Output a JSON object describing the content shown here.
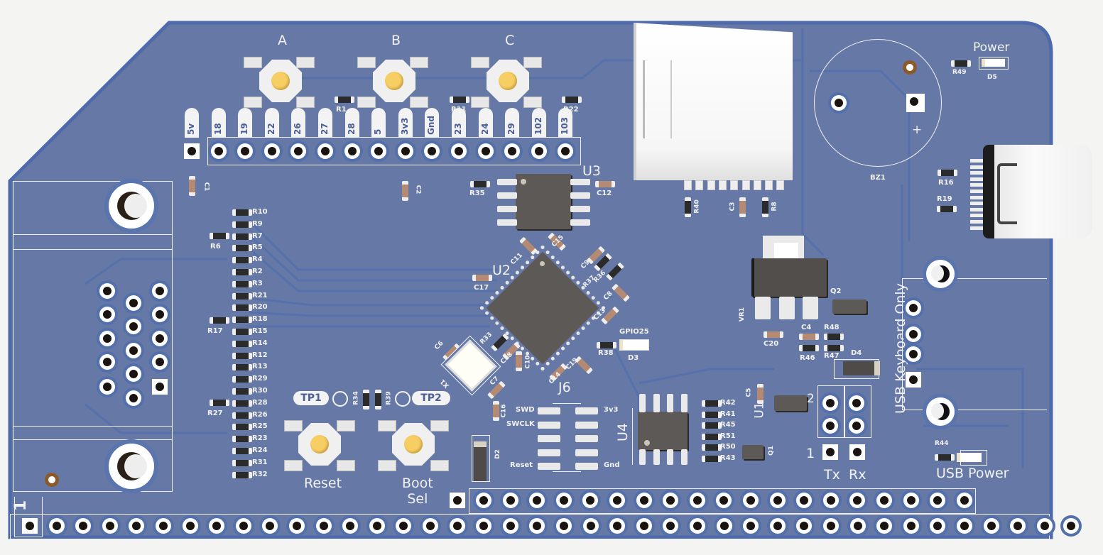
{
  "board": {
    "colors": {
      "background": "#f4f4f3",
      "soldermask": "#6678a5",
      "copper_edge": "#4d6aac",
      "silkscreen": "#f2f2f2",
      "button_cap": "#f7ce63",
      "ic_body": "#5d5956"
    }
  },
  "buttons_top": [
    {
      "label": "A",
      "ref": "R1"
    },
    {
      "label": "B",
      "ref": "R11"
    },
    {
      "label": "C",
      "ref": "R22"
    }
  ],
  "top_header": {
    "pins": [
      "5v",
      "18",
      "19",
      "22",
      "26",
      "27",
      "28",
      "5",
      "3v3",
      "Gnd",
      "23",
      "24",
      "29",
      "102",
      "103"
    ]
  },
  "resistor_column": [
    "R10",
    "R9",
    "R7",
    "R5",
    "R4",
    "R2",
    "R3",
    "R21",
    "R20",
    "R18",
    "R15",
    "R14",
    "R12",
    "R13",
    "R29",
    "R30",
    "R28",
    "R26",
    "R25",
    "R23",
    "R24",
    "R31",
    "R32"
  ],
  "resistor_side": [
    "R6",
    "R17",
    "R27"
  ],
  "components": {
    "c1": "C1",
    "c2": "C2",
    "r35": "R35",
    "u3": "U3",
    "c12": "C12",
    "u2": "U2",
    "c17": "C17",
    "c11": "C11",
    "c15": "C15",
    "c9": "C9",
    "r36": "R36",
    "r37": "R37",
    "c8": "C8",
    "c13": "C13",
    "c6": "C6",
    "r33": "R33",
    "c18": "C18",
    "c10": "C10",
    "c7": "C7",
    "c14": "C14",
    "c19": "C19",
    "c16": "C16",
    "x1": "X1",
    "r38": "R38",
    "d3": "D3",
    "gpio25": "GPIO25",
    "j6": "J6",
    "d2": "D2",
    "u4": "U4",
    "r40": "R40",
    "c3": "C3",
    "r8": "R8",
    "bz1": "BZ1",
    "bz_plus": "+",
    "r49": "R49",
    "d5": "D5",
    "power": "Power",
    "r16": "R16",
    "r19": "R19",
    "vr1": "VR1",
    "q2": "Q2",
    "c20": "C20",
    "c4": "C4",
    "r48": "R48",
    "r46": "R46",
    "r47": "R47",
    "d4": "D4",
    "c5": "C5",
    "u1": "U1",
    "u1_pin2": "2",
    "q1": "Q1",
    "r44": "R44",
    "usb_power": "USB Power",
    "usb_keyboard": "USB Keyboard Only",
    "r34": "R34",
    "r39": "R39",
    "tp1": "TP1",
    "tp2": "TP2",
    "reset": "Reset",
    "boot_sel": "Boot\nSel",
    "pin1": "1"
  },
  "j6_labels": {
    "left": [
      "SWD",
      "SWCLK",
      "",
      "",
      "Reset"
    ],
    "right": [
      "3v3",
      "",
      "",
      "",
      "Gnd"
    ]
  },
  "u4_resistors": [
    "R42",
    "R41",
    "R45",
    "R51",
    "R50",
    "R43"
  ],
  "uart": {
    "pin1": "1",
    "tx": "Tx",
    "rx": "Rx"
  },
  "bottom_header": {
    "row_pins": 40,
    "upper_row_pins": 20
  }
}
